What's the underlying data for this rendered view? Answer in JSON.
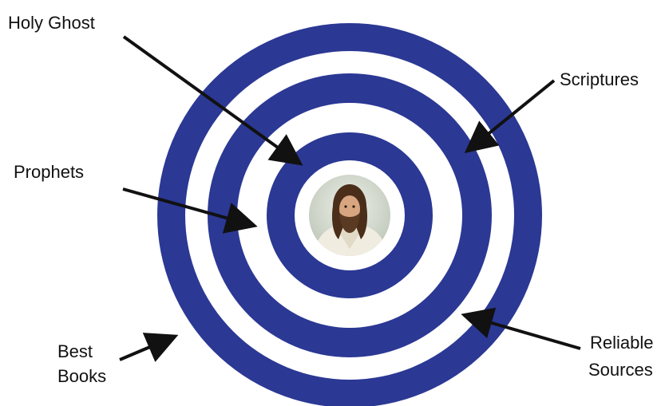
{
  "labels": {
    "holy_ghost": "Holy Ghost",
    "scriptures": "Scriptures",
    "prophets": "Prophets",
    "best_books_line1": "Best",
    "best_books_line2": "Books",
    "reliable_sources_line1": "Reliable",
    "reliable_sources_line2": "Sources"
  },
  "colors": {
    "ring": "#2b3894",
    "gap": "#ffffff",
    "arrow": "#111111"
  },
  "center": {
    "icon": "portrait-icon"
  }
}
